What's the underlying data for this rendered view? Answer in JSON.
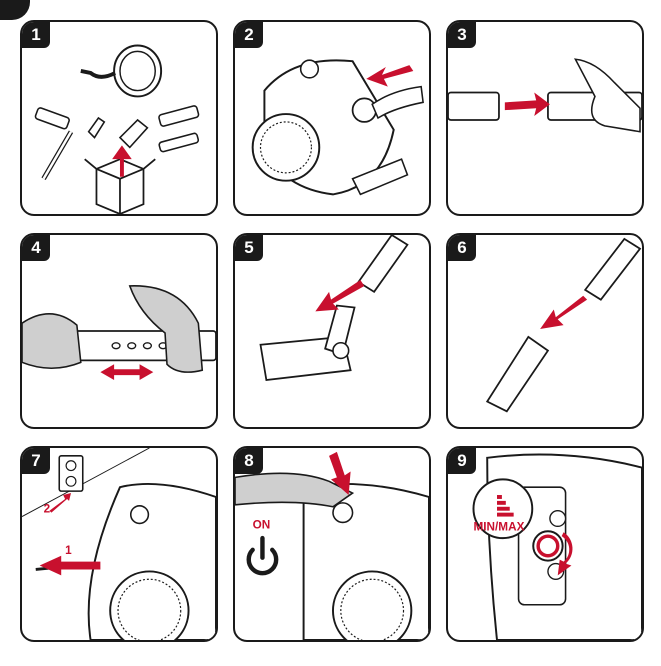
{
  "steps": [
    {
      "number": "1"
    },
    {
      "number": "2"
    },
    {
      "number": "3"
    },
    {
      "number": "4"
    },
    {
      "number": "5"
    },
    {
      "number": "6"
    },
    {
      "number": "7",
      "arrow_label_1": "1",
      "arrow_label_2": "2"
    },
    {
      "number": "8",
      "power_label": "ON"
    },
    {
      "number": "9",
      "control_label": "MIN/MAX"
    }
  ],
  "colors": {
    "accent": "#c8102e",
    "ink": "#1a1a1a",
    "skin_shade": "#cfcfcf"
  }
}
